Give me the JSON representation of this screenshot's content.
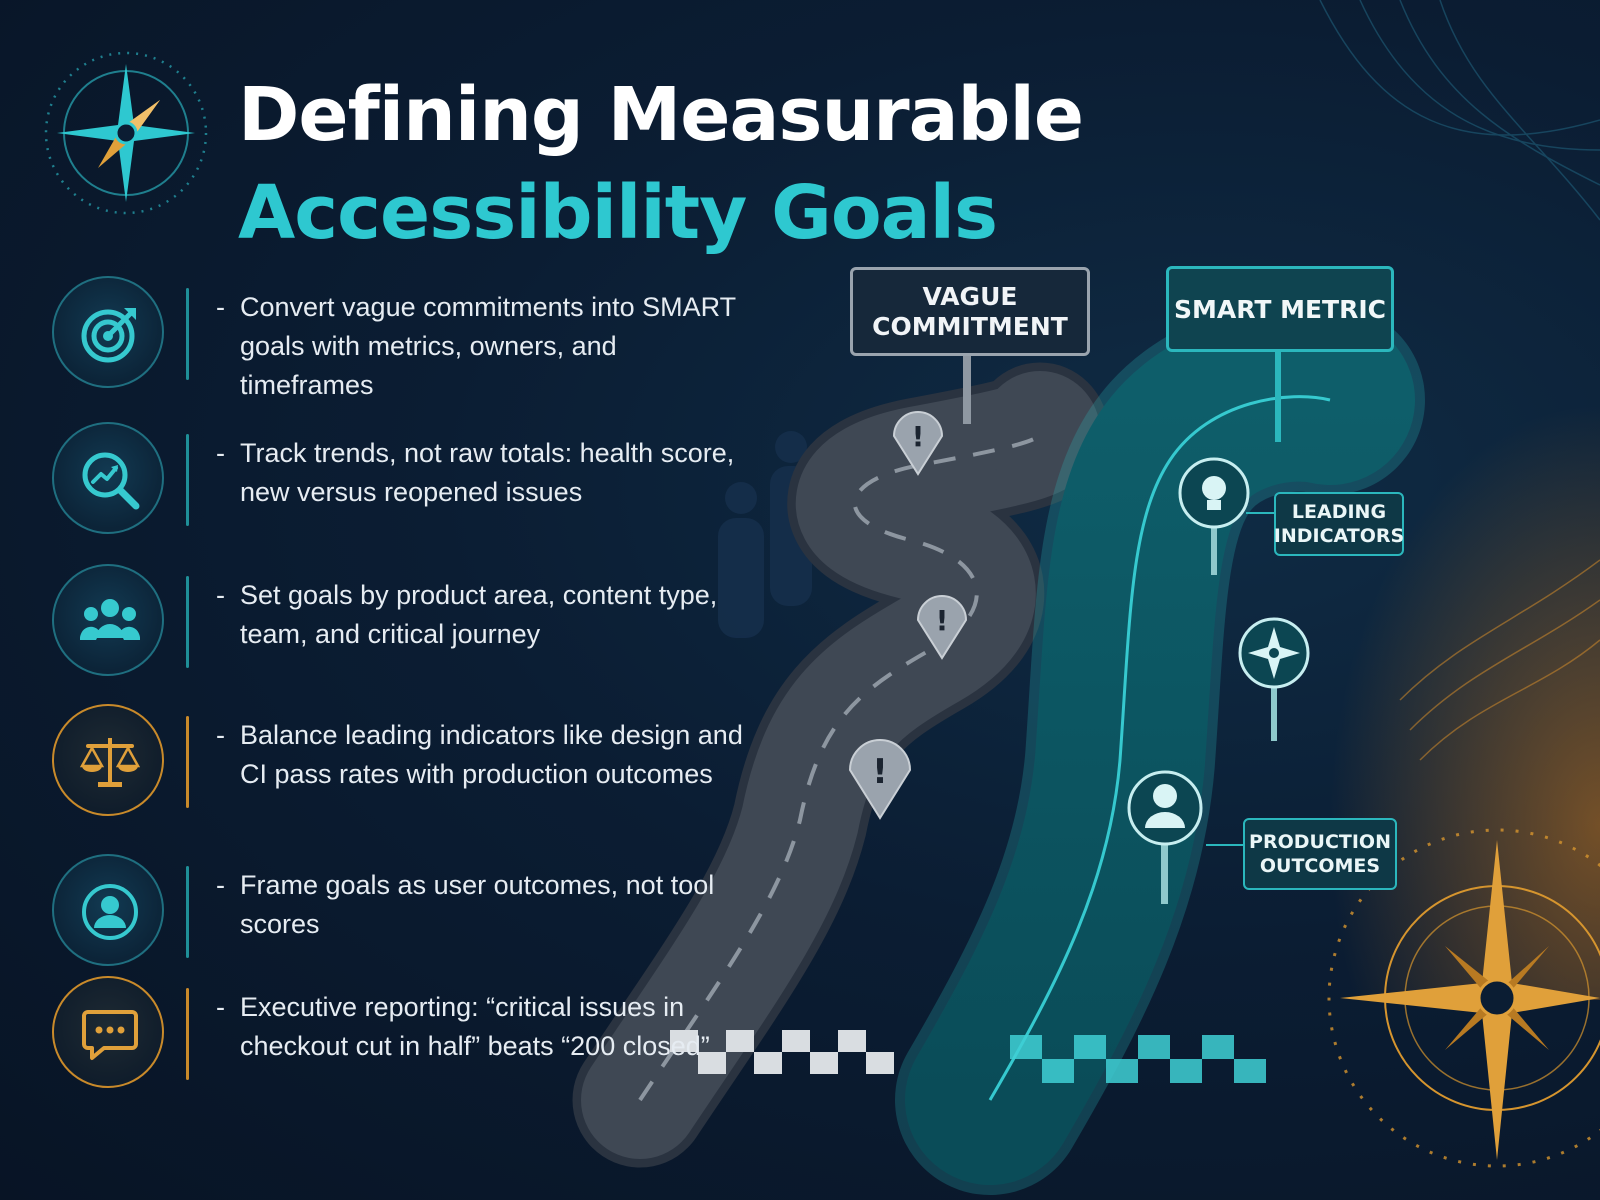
{
  "title": {
    "line1": "Defining Measurable",
    "line2": "Accessibility Goals"
  },
  "colors": {
    "background": "#0b1d33",
    "accent_teal": "#2ec8d0",
    "accent_gold": "#e0a03a",
    "text": "#e6ecf2"
  },
  "bullets": [
    {
      "icon": "target-icon",
      "dash": "-",
      "text": "Convert vague commitments into SMART goals with metrics, owners, and timeframes"
    },
    {
      "icon": "trend-magnifier-icon",
      "dash": "-",
      "text": "Track trends, not raw totals: health score, new versus reopened issues"
    },
    {
      "icon": "people-group-icon",
      "dash": "-",
      "text": "Set goals by product area, content type, team, and critical journey"
    },
    {
      "icon": "balance-scale-icon",
      "dash": "-",
      "text": "Balance leading indicators like design and CI pass rates with production outcomes"
    },
    {
      "icon": "user-circle-icon",
      "dash": "-",
      "text": "Frame goals as user outcomes, not tool scores"
    },
    {
      "icon": "chat-bubble-icon",
      "dash": "-",
      "text": "Executive reporting: “critical issues in checkout cut in half” beats “200 closed”"
    }
  ],
  "signs": {
    "vague": "VAGUE COMMITMENT",
    "smart": "SMART METRIC"
  },
  "tags": {
    "leading": "LEADING INDICATORS",
    "production": "PRODUCTION OUTCOMES"
  },
  "icons": {
    "logo": "compass-rose-icon",
    "vague_markers": "warning-pin-icon",
    "lightbulb": "lightbulb-icon",
    "compass_marker": "compass-icon",
    "user_marker": "user-icon",
    "corner": "compass-star-icon"
  }
}
